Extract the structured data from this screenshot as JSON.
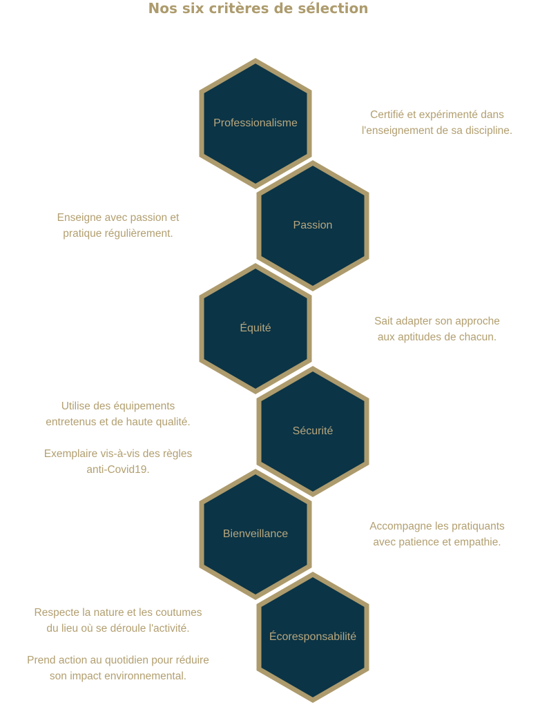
{
  "title": "Nos six critères de sélection",
  "colors": {
    "hex_fill": "#0b3446",
    "hex_border": "#ad9b6d",
    "text_gold": "#b29f70"
  },
  "criteria": [
    {
      "label": "Professionalisme",
      "description": [
        "Certifié et expérimenté dans",
        "l'enseignement de sa discipline."
      ]
    },
    {
      "label": "Passion",
      "description": [
        "Enseigne avec passion et",
        "pratique régulièrement."
      ]
    },
    {
      "label": "Équité",
      "description": [
        "Sait adapter son approche",
        "aux aptitudes de chacun."
      ]
    },
    {
      "label": "Sécurité",
      "description": [
        "Utilise des équipements",
        "entretenus et de haute qualité.",
        "",
        "Exemplaire vis-à-vis des règles",
        "anti-Covid19."
      ]
    },
    {
      "label": "Bienveillance",
      "description": [
        "Accompagne les pratiquants",
        "avec patience et empathie."
      ]
    },
    {
      "label": "Écoresponsabilité",
      "description": [
        "Respecte la nature et les coutumes",
        "du lieu où se déroule l'activité.",
        "",
        "Prend action au quotidien pour réduire",
        "son impact environnemental."
      ]
    }
  ]
}
